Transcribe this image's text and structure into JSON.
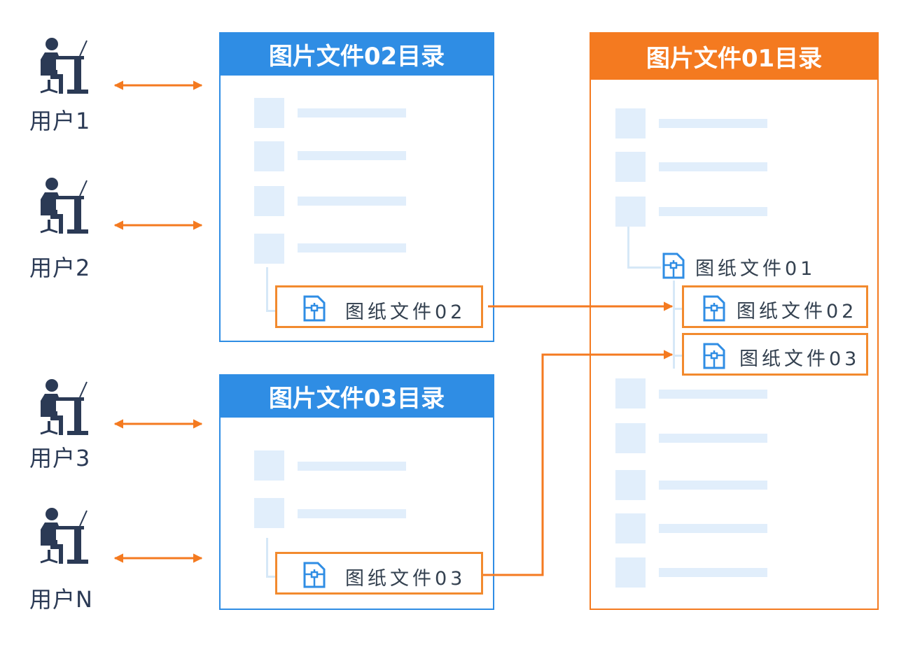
{
  "users": [
    {
      "label": "用户1"
    },
    {
      "label": "用户2"
    },
    {
      "label": "用户3"
    },
    {
      "label": "用户N"
    }
  ],
  "panels": {
    "dir02": {
      "title": "图片文件02目录",
      "file": "图纸文件02"
    },
    "dir03": {
      "title": "图片文件03目录",
      "file": "图纸文件03"
    },
    "dir01": {
      "title": "图片文件01目录",
      "file_main": "图纸文件01",
      "file_link_02": "图纸文件02",
      "file_link_03": "图纸文件03"
    }
  },
  "colors": {
    "accent_blue": "#2f8de4",
    "accent_orange": "#f47a20",
    "placeholder": "#e1eefb",
    "user_icon": "#2b3a55"
  },
  "icons": {
    "user": "person-at-desk-icon",
    "file": "drawing-file-icon",
    "arrow": "double-arrow-icon"
  }
}
